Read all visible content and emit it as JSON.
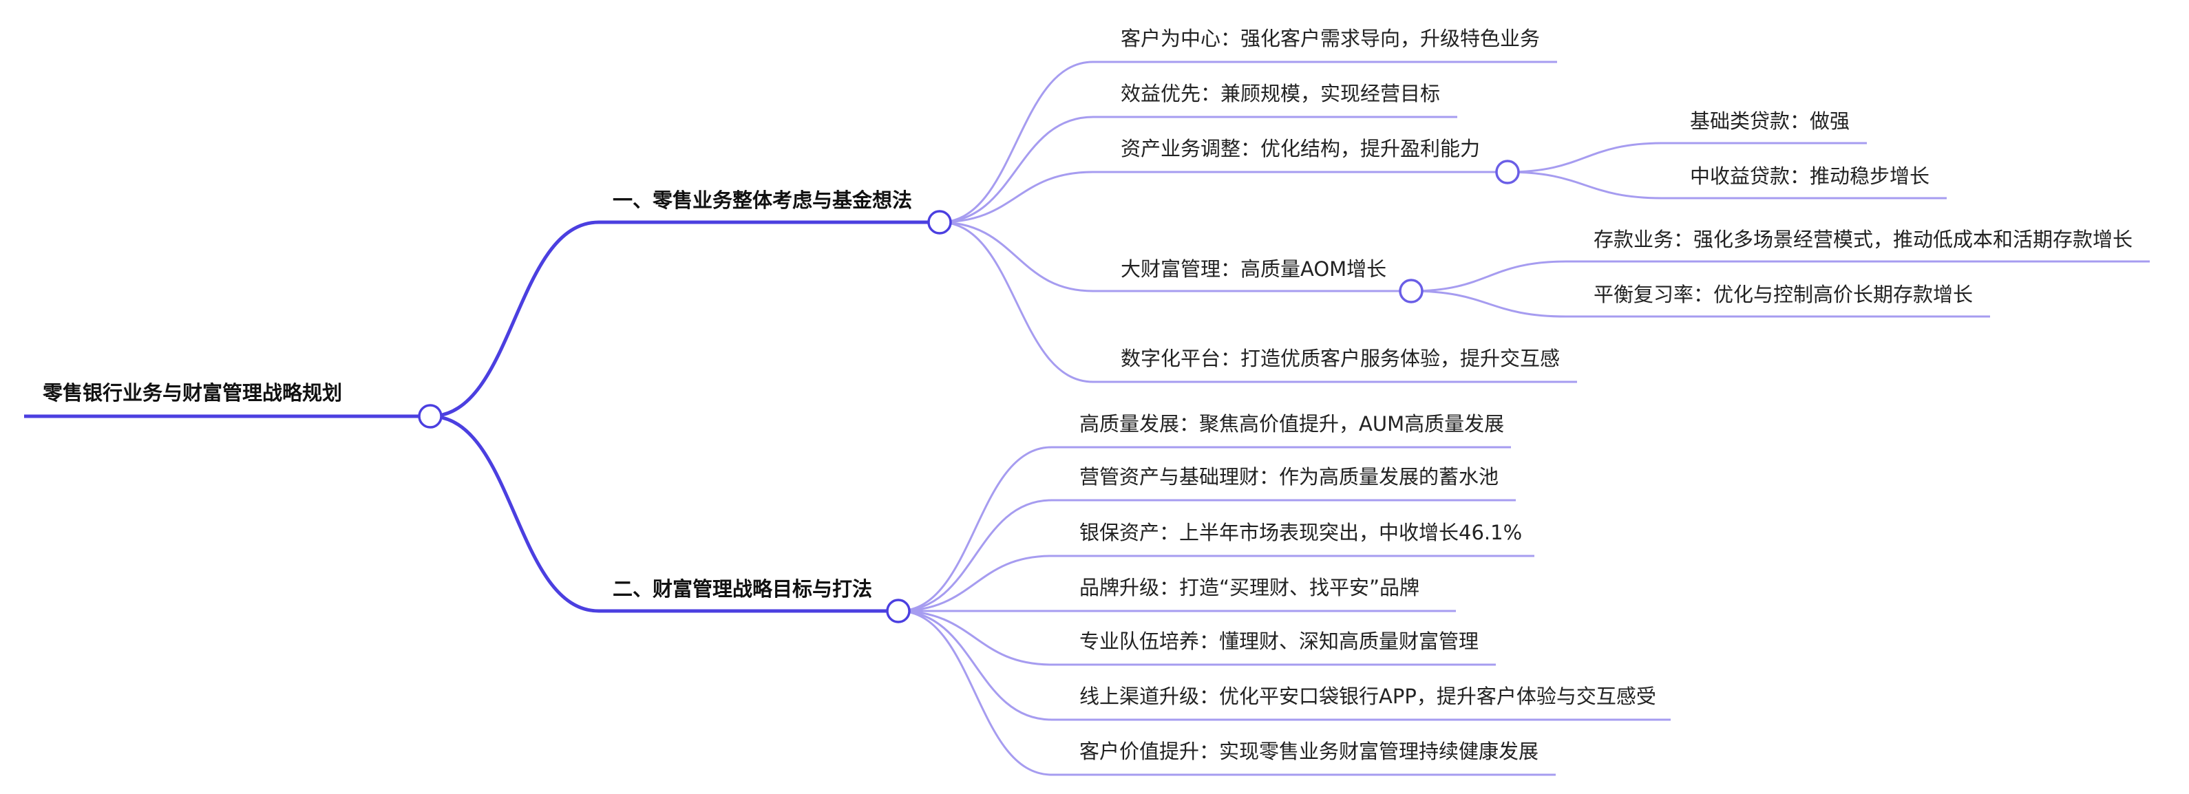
{
  "root": {
    "label": "零售银行业务与财富管理战略规划",
    "branches": [
      {
        "label": "一、零售业务整体考虑与基金想法",
        "children": [
          {
            "label": "客户为中心：强化客户需求导向，升级特色业务"
          },
          {
            "label": "效益优先：兼顾规模，实现经营目标"
          },
          {
            "label": "资产业务调整：优化结构，提升盈利能力",
            "children": [
              {
                "label": "基础类贷款：做强"
              },
              {
                "label": "中收益贷款：推动稳步增长"
              }
            ]
          },
          {
            "label": "大财富管理：高质量AOM增长",
            "children": [
              {
                "label": "存款业务：强化多场景经营模式，推动低成本和活期存款增长"
              },
              {
                "label": "平衡复习率：优化与控制高价长期存款增长"
              }
            ]
          },
          {
            "label": "数字化平台：打造优质客户服务体验，提升交互感"
          }
        ]
      },
      {
        "label": "二、财富管理战略目标与打法",
        "children": [
          {
            "label": "高质量发展：聚焦高价值提升，AUM高质量发展"
          },
          {
            "label": "营管资产与基础理财：作为高质量发展的蓄水池"
          },
          {
            "label": "银保资产：上半年市场表现突出，中收增长46.1%"
          },
          {
            "label": "品牌升级：打造“买理财、找平安”品牌"
          },
          {
            "label": "专业队伍培养：懂理财、深知高质量财富管理"
          },
          {
            "label": "线上渠道升级：优化平安口袋银行APP，提升客户体验与交互感受"
          },
          {
            "label": "客户价值提升：实现零售业务财富管理持续健康发展"
          }
        ]
      }
    ]
  }
}
